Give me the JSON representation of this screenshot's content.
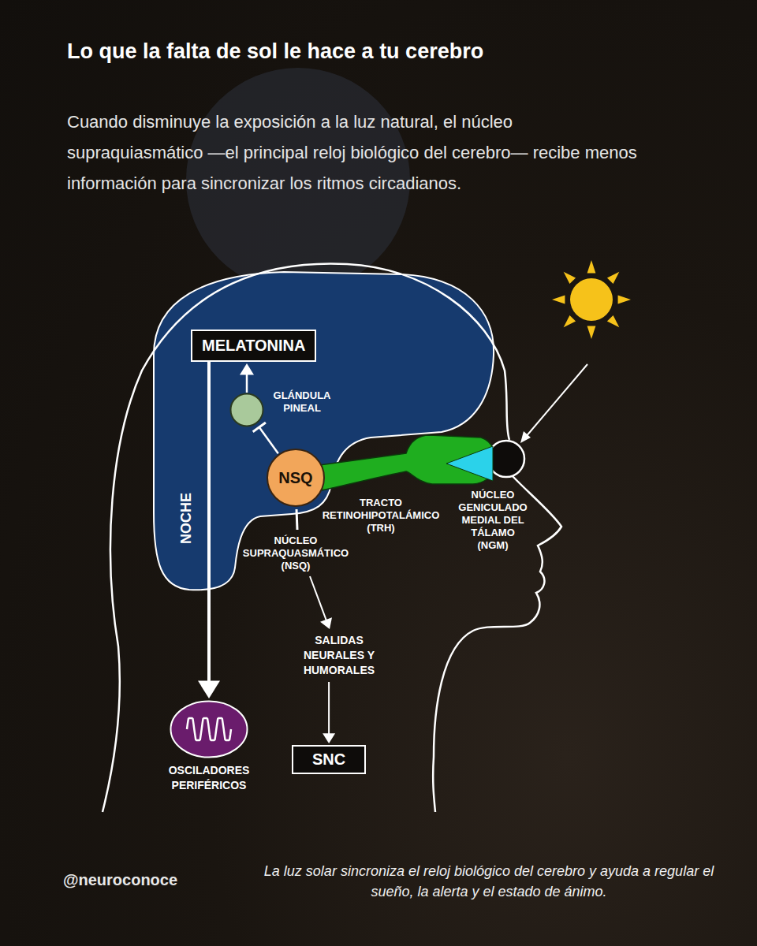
{
  "diagram": {
    "title": "Lo que la falta de sol le hace a tu cerebro",
    "caption": "La luz solar sincroniza el reloj biológico del cerebro y ayuda a regular el sueño, la alerta y el estado de ánimo.",
    "nodes": [
      {
        "text": [
          "MELATONINA"
        ]
      },
      {
        "text": [
          "GLÁNDULA PINEAL"
        ]
      },
      {
        "text": [
          "NSQ",
          "NÚCLEO SUPRAQUASMÁTICO (NSQ)"
        ]
      },
      {
        "text": [
          "SALIDAS NEURALES Y HUMORALES"
        ]
      },
      {
        "text": [
          "SNC"
        ]
      },
      {
        "text": [
          "OSCILADORES PERIFÉRICOS"
        ]
      }
    ],
    "edges": [
      {
        "from": 1,
        "to": 0,
        "arrow": "to"
      },
      {
        "from": 2,
        "to": 1,
        "arrow": "to"
      },
      {
        "from": 0,
        "to": 5,
        "arrow": "to"
      },
      {
        "from": 2,
        "to": 3,
        "arrow": "to"
      },
      {
        "from": 3,
        "to": 4,
        "arrow": "to"
      }
    ],
    "labels": [
      "Cuando disminuye la exposición a la luz natural, el núcleo supraquiasmático —el principal reloj biológico del cerebro— recibe menos información para sincronizar los ritmos circadianos.",
      "TRACTO RETINOHIPOTALÁMICO (TRH)",
      "NÚCLEO GENICULADO MEDIAL DEL TÁLAMO (NGM)",
      "NOCHE",
      "@neuroconoce"
    ]
  }
}
